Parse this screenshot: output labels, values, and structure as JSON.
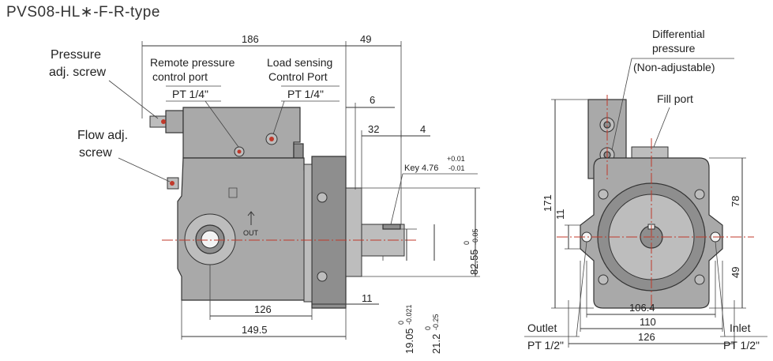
{
  "title": "PVS08-HL∗-F-R-type",
  "labels": {
    "pressure_adj": [
      "Pressure",
      "adj. screw"
    ],
    "flow_adj": [
      "Flow adj.",
      "screw"
    ],
    "remote": [
      "Remote pressure",
      "control port"
    ],
    "remote_pt": "PT 1/4\"",
    "load": [
      "Load sensing",
      "Control Port"
    ],
    "load_pt": "PT 1/4\"",
    "key": "Key 4.76",
    "key_tol_upper": "+0.01",
    "key_tol_lower": "-0.01",
    "out": "OUT",
    "differential": [
      "Differential",
      "pressure"
    ],
    "non_adjustable": "(Non-adjustable)",
    "fill_port": "Fill port",
    "outlet": "Outlet",
    "outlet_pt": "PT 1/2\"",
    "inlet": "Inlet",
    "inlet_pt": "PT 1/2\""
  },
  "dims": {
    "d186": "186",
    "d49": "49",
    "d6": "6",
    "d32": "32",
    "d4": "4",
    "d82_55": "82.55",
    "d82_55_tol_upper": "0",
    "d82_55_tol_lower": "-0.05",
    "d126": "126",
    "d11": "11",
    "d149_5": "149.5",
    "d19_05": "19.05",
    "d19_05_tol_upper": "0",
    "d19_05_tol_lower": "-0.021",
    "d21_2": "21.2",
    "d21_2_tol_upper": "0",
    "d21_2_tol_lower": "-0.25",
    "d171": "171",
    "d11_right": "11",
    "d78": "78",
    "d49_right": "49",
    "d106_4": "106.4",
    "d110": "110",
    "d126_right": "126"
  }
}
